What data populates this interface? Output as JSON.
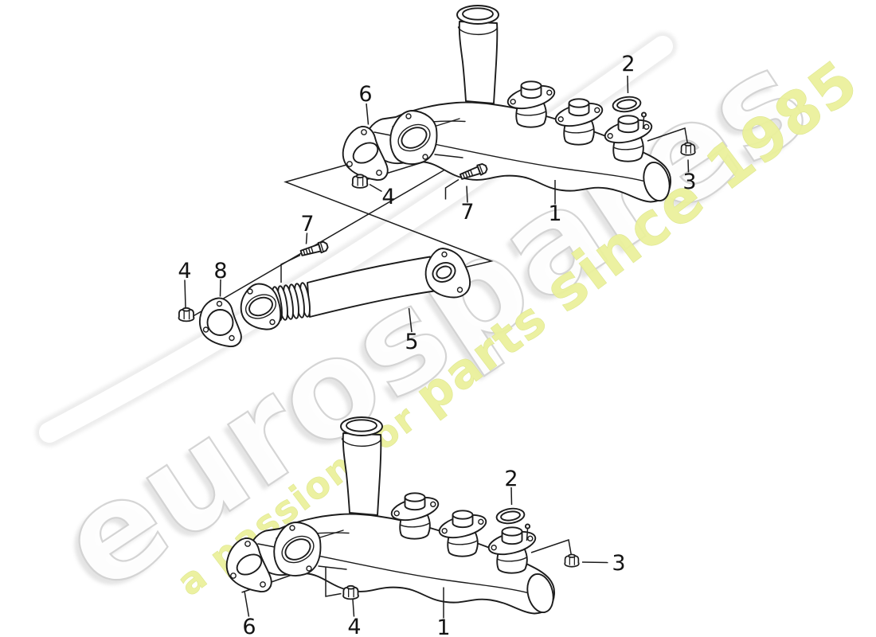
{
  "watermark": {
    "brand": "eurospares",
    "tagline": "a passion for parts since 1985",
    "tagline_segments": {
      "lead": "a passion for ",
      "mid": "parts ",
      "tail": "since 1985"
    },
    "brand_fill": "#ffffff",
    "brand_outline": "#d3d3d3",
    "brand_shadow": "#c9c9c9",
    "tagline_color": "#ebf19c"
  },
  "drawing": {
    "ink": "#1c1c1c",
    "background": "#ffffff",
    "callouts": {
      "c1": "1",
      "c2": "2",
      "c3": "3",
      "c4": "4",
      "c5": "5",
      "c6": "6",
      "c7": "7",
      "c8": "8"
    }
  }
}
